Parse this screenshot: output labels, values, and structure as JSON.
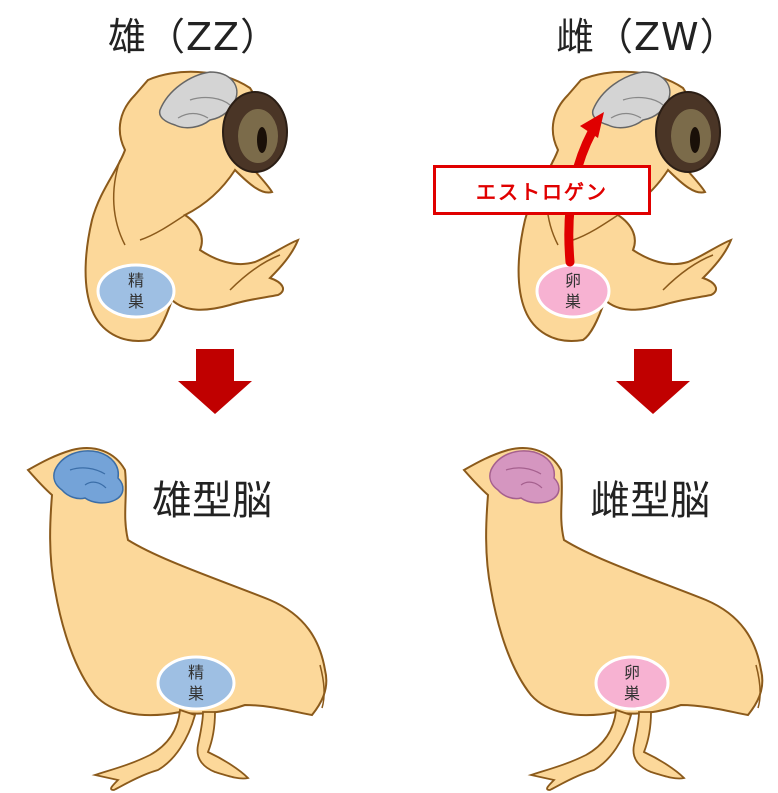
{
  "titles": {
    "male": "雄（ZZ）",
    "female": "雌（ZW）"
  },
  "brain_labels": {
    "male": "雄型脳",
    "female": "雌型脳"
  },
  "gonads": {
    "male_embryo": [
      "精",
      "巣"
    ],
    "female_embryo": [
      "卵",
      "巣"
    ],
    "male_adult": [
      "精",
      "巣"
    ],
    "female_adult": [
      "卵",
      "巣"
    ]
  },
  "estrogen_label": "エストロゲン",
  "colors": {
    "body_fill": "#fcd89a",
    "outline": "#8b5a1b",
    "brain_gray": "#d4d4d4",
    "brain_male": "#74a3d8",
    "brain_female": "#d596c0",
    "testis": "#9ebfe3",
    "ovary": "#f7b2d2",
    "arrow_dark_red": "#c00000",
    "estrogen_red": "#e00000",
    "eye_dark": "#4a3526"
  },
  "icons": {
    "down_arrow": "down-arrow-icon",
    "estrogen_arrow": "curved-arrow-icon"
  }
}
